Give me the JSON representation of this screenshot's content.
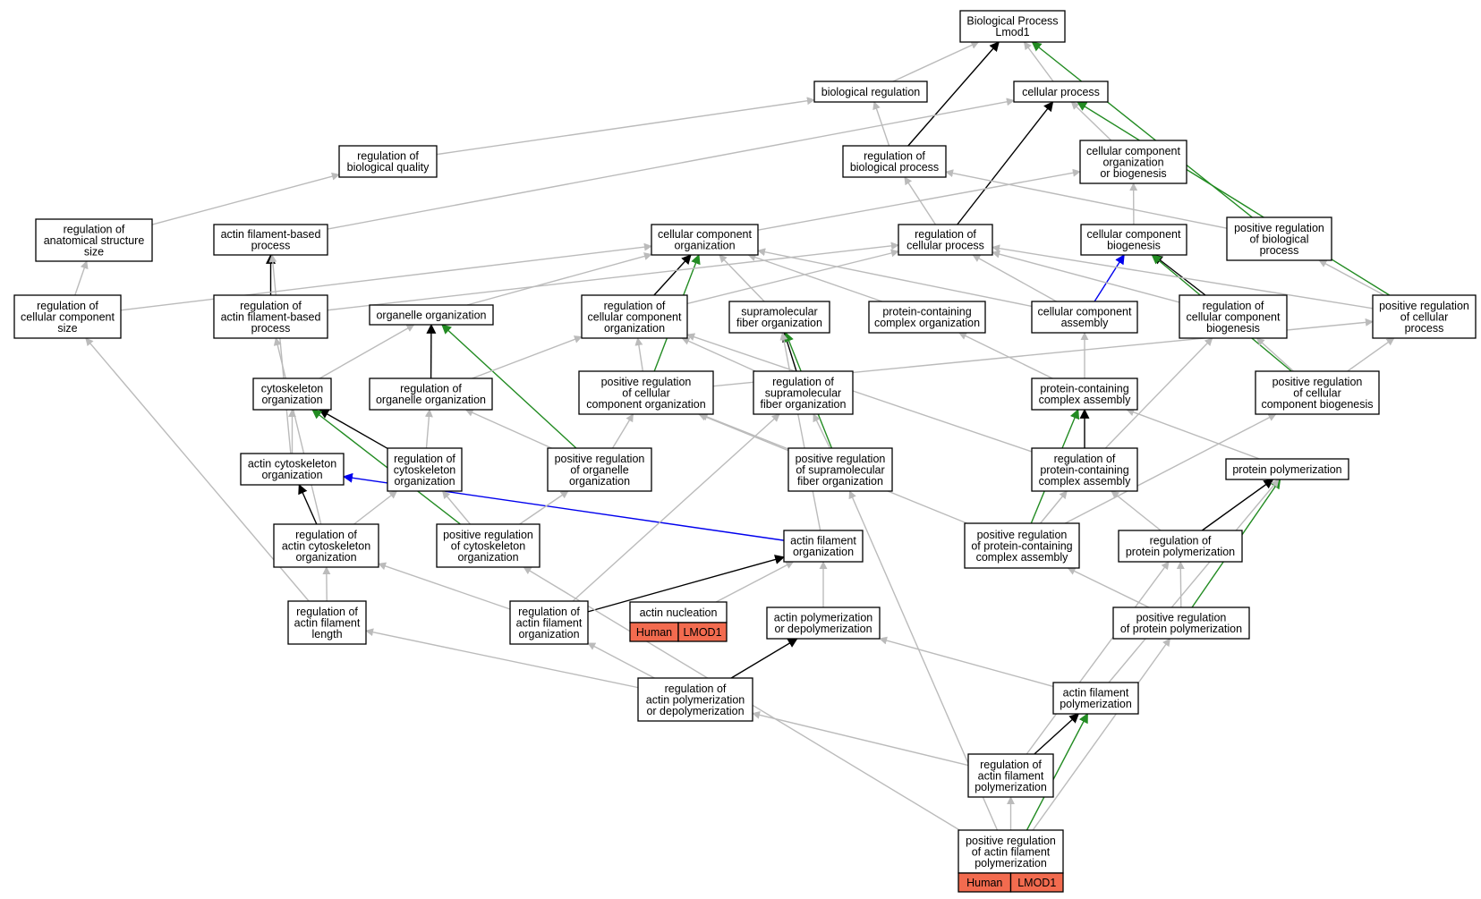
{
  "colors": {
    "is_a": "#bbbbbb",
    "part_of": "#000000",
    "regulates": "#0000ee",
    "positively_regulates": "#228b22",
    "gene_annotation": "#f26b4f"
  },
  "nodes": [
    {
      "id": "root",
      "lines": [
        "Biological Process",
        "Lmod1"
      ]
    },
    {
      "id": "bioreg",
      "lines": [
        "biological regulation"
      ]
    },
    {
      "id": "cellproc",
      "lines": [
        "cellular process"
      ]
    },
    {
      "id": "regbioqual",
      "lines": [
        "regulation of",
        "biological quality"
      ]
    },
    {
      "id": "regbioproc",
      "lines": [
        "regulation of",
        "biological process"
      ]
    },
    {
      "id": "ccorgbio",
      "lines": [
        "cellular component",
        "organization",
        "or biogenesis"
      ]
    },
    {
      "id": "reganat",
      "lines": [
        "regulation of",
        "anatomical structure",
        "size"
      ]
    },
    {
      "id": "actinfb",
      "lines": [
        "actin filament-based",
        "process"
      ]
    },
    {
      "id": "ccorg",
      "lines": [
        "cellular component",
        "organization"
      ]
    },
    {
      "id": "regcellproc",
      "lines": [
        "regulation of",
        "cellular process"
      ]
    },
    {
      "id": "ccbio",
      "lines": [
        "cellular component",
        "biogenesis"
      ]
    },
    {
      "id": "posregbio",
      "lines": [
        "positive regulation",
        "of biological",
        "process"
      ]
    },
    {
      "id": "regccsize",
      "lines": [
        "regulation of",
        "cellular component",
        "size"
      ]
    },
    {
      "id": "regactinfb",
      "lines": [
        "regulation of",
        "actin filament-based",
        "process"
      ]
    },
    {
      "id": "organelle",
      "lines": [
        "organelle organization"
      ]
    },
    {
      "id": "regccorg",
      "lines": [
        "regulation of",
        "cellular component",
        "organization"
      ]
    },
    {
      "id": "supramol",
      "lines": [
        "supramolecular",
        "fiber organization"
      ]
    },
    {
      "id": "protcomporg",
      "lines": [
        "protein-containing",
        "complex organization"
      ]
    },
    {
      "id": "ccassembly",
      "lines": [
        "cellular component",
        "assembly"
      ]
    },
    {
      "id": "regccbio",
      "lines": [
        "regulation of",
        "cellular component",
        "biogenesis"
      ]
    },
    {
      "id": "posregcell",
      "lines": [
        "positive regulation",
        "of cellular",
        "process"
      ]
    },
    {
      "id": "cytoorg",
      "lines": [
        "cytoskeleton",
        "organization"
      ]
    },
    {
      "id": "regorganelle",
      "lines": [
        "regulation of",
        "organelle organization"
      ]
    },
    {
      "id": "posregccorg",
      "lines": [
        "positive regulation",
        "of cellular",
        "component organization"
      ]
    },
    {
      "id": "regsupramol",
      "lines": [
        "regulation of",
        "supramolecular",
        "fiber organization"
      ]
    },
    {
      "id": "protcompassembly",
      "lines": [
        "protein-containing",
        "complex assembly"
      ]
    },
    {
      "id": "posregccbio",
      "lines": [
        "positive regulation",
        "of cellular",
        "component biogenesis"
      ]
    },
    {
      "id": "actincyto",
      "lines": [
        "actin cytoskeleton",
        "organization"
      ]
    },
    {
      "id": "regcyto",
      "lines": [
        "regulation of",
        "cytoskeleton",
        "organization"
      ]
    },
    {
      "id": "posregorganelle",
      "lines": [
        "positive regulation",
        "of organelle",
        "organization"
      ]
    },
    {
      "id": "posregsupramol",
      "lines": [
        "positive regulation",
        "of supramolecular",
        "fiber organization"
      ]
    },
    {
      "id": "regprotcomp",
      "lines": [
        "regulation of",
        "protein-containing",
        "complex assembly"
      ]
    },
    {
      "id": "protpoly",
      "lines": [
        "protein polymerization"
      ]
    },
    {
      "id": "regactincyto",
      "lines": [
        "regulation of",
        "actin cytoskeleton",
        "organization"
      ]
    },
    {
      "id": "posregcyto",
      "lines": [
        "positive regulation",
        "of cytoskeleton",
        "organization"
      ]
    },
    {
      "id": "actinfilorg",
      "lines": [
        "actin filament",
        "organization"
      ]
    },
    {
      "id": "posregprotcomp",
      "lines": [
        "positive regulation",
        "of protein-containing",
        "complex assembly"
      ]
    },
    {
      "id": "regprotpoly",
      "lines": [
        "regulation of",
        "protein polymerization"
      ]
    },
    {
      "id": "regactinlength",
      "lines": [
        "regulation of",
        "actin filament",
        "length"
      ]
    },
    {
      "id": "regactinfilorg",
      "lines": [
        "regulation of",
        "actin filament",
        "organization"
      ]
    },
    {
      "id": "actinnuc",
      "lines": [
        "actin nucleation"
      ],
      "genes": [
        "Human",
        "LMOD1"
      ]
    },
    {
      "id": "actinpolydepoly",
      "lines": [
        "actin polymerization",
        "or depolymerization"
      ]
    },
    {
      "id": "posregprotpoly",
      "lines": [
        "positive regulation",
        "of protein polymerization"
      ]
    },
    {
      "id": "regactinpolydepoly",
      "lines": [
        "regulation of",
        "actin polymerization",
        "or depolymerization"
      ]
    },
    {
      "id": "actinfilpoly",
      "lines": [
        "actin filament",
        "polymerization"
      ]
    },
    {
      "id": "regactinfilpoly",
      "lines": [
        "regulation of",
        "actin filament",
        "polymerization"
      ]
    },
    {
      "id": "posregactinfilpoly",
      "lines": [
        "positive regulation",
        "of actin filament",
        "polymerization"
      ],
      "genes": [
        "Human",
        "LMOD1"
      ]
    }
  ],
  "edges": [
    {
      "from": "bioreg",
      "to": "root",
      "type": "is_a"
    },
    {
      "from": "cellproc",
      "to": "root",
      "type": "is_a"
    },
    {
      "from": "regbioproc",
      "to": "root",
      "type": "part_of"
    },
    {
      "from": "posregbio",
      "to": "root",
      "type": "positively_regulates"
    },
    {
      "from": "regbioqual",
      "to": "bioreg",
      "type": "is_a"
    },
    {
      "from": "regbioproc",
      "to": "bioreg",
      "type": "is_a"
    },
    {
      "from": "ccorgbio",
      "to": "cellproc",
      "type": "is_a"
    },
    {
      "from": "regcellproc",
      "to": "cellproc",
      "type": "part_of"
    },
    {
      "from": "posregcell",
      "to": "cellproc",
      "type": "positively_regulates"
    },
    {
      "from": "actinfb",
      "to": "cellproc",
      "type": "is_a"
    },
    {
      "from": "reganat",
      "to": "regbioqual",
      "type": "is_a"
    },
    {
      "from": "regcellproc",
      "to": "regbioproc",
      "type": "is_a"
    },
    {
      "from": "posregbio",
      "to": "regbioproc",
      "type": "is_a"
    },
    {
      "from": "ccorg",
      "to": "ccorgbio",
      "type": "is_a"
    },
    {
      "from": "ccbio",
      "to": "ccorgbio",
      "type": "is_a"
    },
    {
      "from": "regccsize",
      "to": "reganat",
      "type": "is_a"
    },
    {
      "from": "regactinfb",
      "to": "actinfb",
      "type": "part_of"
    },
    {
      "from": "actincyto",
      "to": "actinfb",
      "type": "is_a"
    },
    {
      "from": "regccorg",
      "to": "ccorg",
      "type": "part_of"
    },
    {
      "from": "organelle",
      "to": "ccorg",
      "type": "is_a"
    },
    {
      "from": "supramol",
      "to": "ccorg",
      "type": "is_a"
    },
    {
      "from": "protcomporg",
      "to": "ccorg",
      "type": "is_a"
    },
    {
      "from": "posregccorg",
      "to": "ccorg",
      "type": "positively_regulates"
    },
    {
      "from": "regccsize",
      "to": "ccorg",
      "type": "is_a"
    },
    {
      "from": "ccassembly",
      "to": "ccbio",
      "type": "regulates"
    },
    {
      "from": "regccbio",
      "to": "ccbio",
      "type": "part_of"
    },
    {
      "from": "posregccbio",
      "to": "ccbio",
      "type": "positively_regulates"
    },
    {
      "from": "regccorg",
      "to": "regcellproc",
      "type": "is_a"
    },
    {
      "from": "regactinfb",
      "to": "regcellproc",
      "type": "is_a"
    },
    {
      "from": "regccbio",
      "to": "regcellproc",
      "type": "is_a"
    },
    {
      "from": "ccassembly",
      "to": "regcellproc",
      "type": "is_a"
    },
    {
      "from": "posregcell",
      "to": "regcellproc",
      "type": "is_a"
    },
    {
      "from": "posregcell",
      "to": "posregbio",
      "type": "is_a"
    },
    {
      "from": "ccassembly",
      "to": "ccorg",
      "type": "is_a"
    },
    {
      "from": "regorganelle",
      "to": "organelle",
      "type": "part_of"
    },
    {
      "from": "cytoorg",
      "to": "organelle",
      "type": "is_a"
    },
    {
      "from": "posregorganelle",
      "to": "organelle",
      "type": "positively_regulates"
    },
    {
      "from": "regorganelle",
      "to": "regccorg",
      "type": "is_a"
    },
    {
      "from": "posregccorg",
      "to": "regccorg",
      "type": "is_a"
    },
    {
      "from": "regsupramol",
      "to": "regccorg",
      "type": "is_a"
    },
    {
      "from": "regprotcomp",
      "to": "regccorg",
      "type": "is_a"
    },
    {
      "from": "regsupramol",
      "to": "supramol",
      "type": "part_of"
    },
    {
      "from": "posregsupramol",
      "to": "supramol",
      "type": "positively_regulates"
    },
    {
      "from": "actinfilorg",
      "to": "supramol",
      "type": "is_a"
    },
    {
      "from": "protcompassembly",
      "to": "protcomporg",
      "type": "is_a"
    },
    {
      "from": "protcompassembly",
      "to": "ccassembly",
      "type": "is_a"
    },
    {
      "from": "regprotcomp",
      "to": "regccbio",
      "type": "is_a"
    },
    {
      "from": "posregccbio",
      "to": "regccbio",
      "type": "is_a"
    },
    {
      "from": "posregccbio",
      "to": "posregcell",
      "type": "is_a"
    },
    {
      "from": "posregccorg",
      "to": "posregcell",
      "type": "is_a"
    },
    {
      "from": "actincyto",
      "to": "cytoorg",
      "type": "is_a"
    },
    {
      "from": "regcyto",
      "to": "cytoorg",
      "type": "part_of"
    },
    {
      "from": "posregcyto",
      "to": "cytoorg",
      "type": "positively_regulates"
    },
    {
      "from": "regcyto",
      "to": "regorganelle",
      "type": "is_a"
    },
    {
      "from": "posregorganelle",
      "to": "regorganelle",
      "type": "is_a"
    },
    {
      "from": "posregorganelle",
      "to": "posregccorg",
      "type": "is_a"
    },
    {
      "from": "posregsupramol",
      "to": "posregccorg",
      "type": "is_a"
    },
    {
      "from": "posregprotcomp",
      "to": "posregccorg",
      "type": "is_a"
    },
    {
      "from": "posregsupramol",
      "to": "regsupramol",
      "type": "is_a"
    },
    {
      "from": "regprotcomp",
      "to": "protcompassembly",
      "type": "part_of"
    },
    {
      "from": "posregprotcomp",
      "to": "protcompassembly",
      "type": "positively_regulates"
    },
    {
      "from": "protpoly",
      "to": "protcompassembly",
      "type": "is_a"
    },
    {
      "from": "posregprotcomp",
      "to": "posregccbio",
      "type": "is_a"
    },
    {
      "from": "regactincyto",
      "to": "actincyto",
      "type": "part_of"
    },
    {
      "from": "actinfilorg",
      "to": "actincyto",
      "type": "regulates"
    },
    {
      "from": "regactincyto",
      "to": "regcyto",
      "type": "is_a"
    },
    {
      "from": "posregcyto",
      "to": "regcyto",
      "type": "is_a"
    },
    {
      "from": "posregcyto",
      "to": "posregorganelle",
      "type": "is_a"
    },
    {
      "from": "regactinfilorg",
      "to": "regsupramol",
      "type": "is_a"
    },
    {
      "from": "posregprotcomp",
      "to": "regprotcomp",
      "type": "is_a"
    },
    {
      "from": "regprotpoly",
      "to": "regprotcomp",
      "type": "is_a"
    },
    {
      "from": "regprotpoly",
      "to": "protpoly",
      "type": "part_of"
    },
    {
      "from": "posregprotpoly",
      "to": "protpoly",
      "type": "positively_regulates"
    },
    {
      "from": "actinfilpoly",
      "to": "protpoly",
      "type": "is_a"
    },
    {
      "from": "regactincyto",
      "to": "regactinfb",
      "type": "is_a"
    },
    {
      "from": "regactinlength",
      "to": "regactincyto",
      "type": "is_a"
    },
    {
      "from": "regactinfilorg",
      "to": "regactincyto",
      "type": "is_a"
    },
    {
      "from": "regactinfilorg",
      "to": "actinfilorg",
      "type": "part_of"
    },
    {
      "from": "actinnuc",
      "to": "actinfilorg",
      "type": "is_a"
    },
    {
      "from": "actinpolydepoly",
      "to": "actinfilorg",
      "type": "is_a"
    },
    {
      "from": "posregprotpoly",
      "to": "posregprotcomp",
      "type": "is_a"
    },
    {
      "from": "posregprotpoly",
      "to": "regprotpoly",
      "type": "is_a"
    },
    {
      "from": "regactinlength",
      "to": "regccsize",
      "type": "is_a"
    },
    {
      "from": "regactinpolydepoly",
      "to": "regactinfilorg",
      "type": "is_a"
    },
    {
      "from": "regactinpolydepoly",
      "to": "actinpolydepoly",
      "type": "part_of"
    },
    {
      "from": "regactinpolydepoly",
      "to": "regactinlength",
      "type": "is_a"
    },
    {
      "from": "actinfilpoly",
      "to": "actinpolydepoly",
      "type": "is_a"
    },
    {
      "from": "regactinfilpoly",
      "to": "actinfilpoly",
      "type": "part_of"
    },
    {
      "from": "posregactinfilpoly",
      "to": "actinfilpoly",
      "type": "positively_regulates"
    },
    {
      "from": "regactinfilpoly",
      "to": "regactinpolydepoly",
      "type": "is_a"
    },
    {
      "from": "regactinfilpoly",
      "to": "regprotpoly",
      "type": "is_a"
    },
    {
      "from": "posregactinfilpoly",
      "to": "regactinfilpoly",
      "type": "is_a"
    },
    {
      "from": "posregactinfilpoly",
      "to": "posregprotpoly",
      "type": "is_a"
    },
    {
      "from": "posregactinfilpoly",
      "to": "posregcyto",
      "type": "is_a"
    },
    {
      "from": "posregactinfilpoly",
      "to": "posregsupramol",
      "type": "is_a"
    }
  ]
}
